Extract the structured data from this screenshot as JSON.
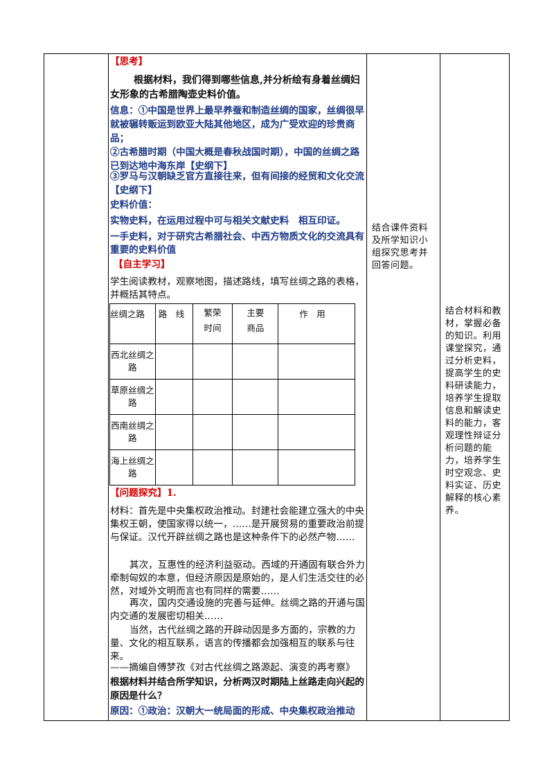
{
  "section1": {
    "header": "【思考】",
    "question": "根据材料，我们得到哪些信息,并分析绘有身着丝绸妇女形象的古希腊陶壶史料价值。",
    "info1": "信息：①中国是世界上最早养蚕和制造丝绸的国家，丝绸很早就被辗转贩运到欧亚大陆其他地区，成为广受欢迎的珍贵商品；",
    "info2": "②古希腊时期（中国大概是春秋战国时期），中国的丝绸之路已到达地中海东岸【史纲下】",
    "info3": "③罗马与汉朝缺乏官方直接往来，但有间接的经贸和文化交流【史纲下】",
    "value_title": "史料价值：",
    "value1": "实物史料，在运用过程中可与相关文献史料　相互印证。",
    "value2": "一手史料，对于研究古希腊社会、中西方物质文化的交流具有重要的史料价值"
  },
  "section2": {
    "header": "【自主学习】",
    "intro": "学生阅读教材，观察地图，描述路线，填写丝绸之路的表格，并概括其特点。",
    "table": {
      "headers": [
        "丝绸之路",
        "路　线",
        "繁荣",
        "时间",
        "主要",
        "商品",
        "作　用"
      ],
      "rows": [
        "西北丝绸之路",
        "草原丝绸之路",
        "西南丝绸之路",
        "海上丝绸之路"
      ]
    }
  },
  "section3": {
    "header": "【问题探究】",
    "header_num": "1.",
    "para1": "材料：首先是中央集权政治推动。封建社会能建立强大的中央集权王朝，使国家得以统一，……是开展贸易的重要政治前提与保证。汉代开辟丝绸之路也是这种条件下的必然产物……",
    "para2": "其次，互惠性的经济利益驱动。西域的开通固有联合外力牵制匈奴的本意，但经济原因是原始的，是人们生活交往的必然，对域外文明而言也有同样的需要……",
    "para3": "再次，国内交通设施的完善与延伸。丝绸之路的开通与国内交通的发展密切相关……",
    "para4": "当然，古代丝绸之路的开辟动因是多方面的，宗教的力量、文化的相互联系，语言的传播都会加强相互的联系与往来。",
    "source": "——摘编自傅梦孜《对古代丝绸之路源起、演变的再考察》",
    "question": "根据材料并结合所学知识，分析两汉时期陆上丝路走向兴起的原因是什么？",
    "answer": "原因：①政治：汉朝大一统局面的形成、中央集权政治推动"
  },
  "student_activity": "结合课件资料及所学知识小组探究思考并回答问题。",
  "design_intent": "结合材料和教材，掌握必备的知识。利用课堂探究，通过分析史料，提高学生的史料研读能力，培养学生提取信息和解读史料的能力，客观理性辩证分析问题的能力，培养学生时空观念、史料实证、历史解释的核心素养。"
}
